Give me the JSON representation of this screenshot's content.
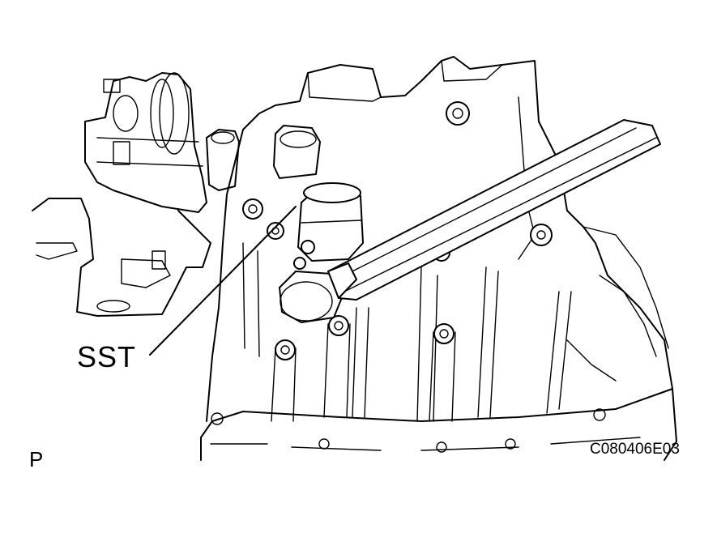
{
  "labels": {
    "tool": "SST",
    "view": "P",
    "figure_code": "C080406E03"
  },
  "icons": {
    "transmission_case": "transmission-case-drawing",
    "wrench": "torque-wrench-drawing",
    "socket": "sst-socket-drawing"
  }
}
